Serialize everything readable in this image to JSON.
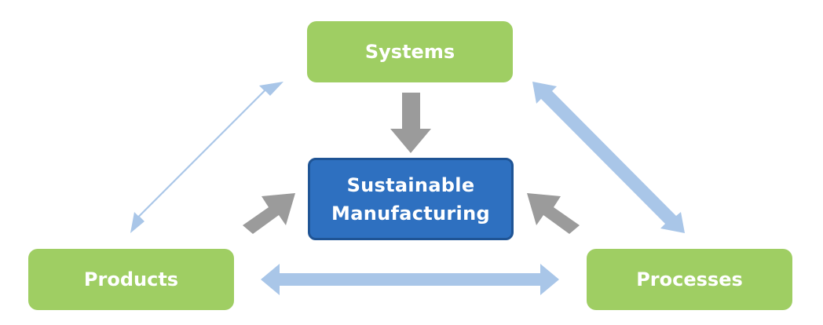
{
  "nodes": {
    "systems": "Systems",
    "products": "Products",
    "processes": "Processes",
    "center_line1": "Sustainable",
    "center_line2": "Manufacturing"
  },
  "colors": {
    "node_green": "#9fce63",
    "node_blue": "#2e70c0",
    "arrow_light_blue": "#a9c6e8",
    "arrow_gray": "#9b9b9b"
  }
}
